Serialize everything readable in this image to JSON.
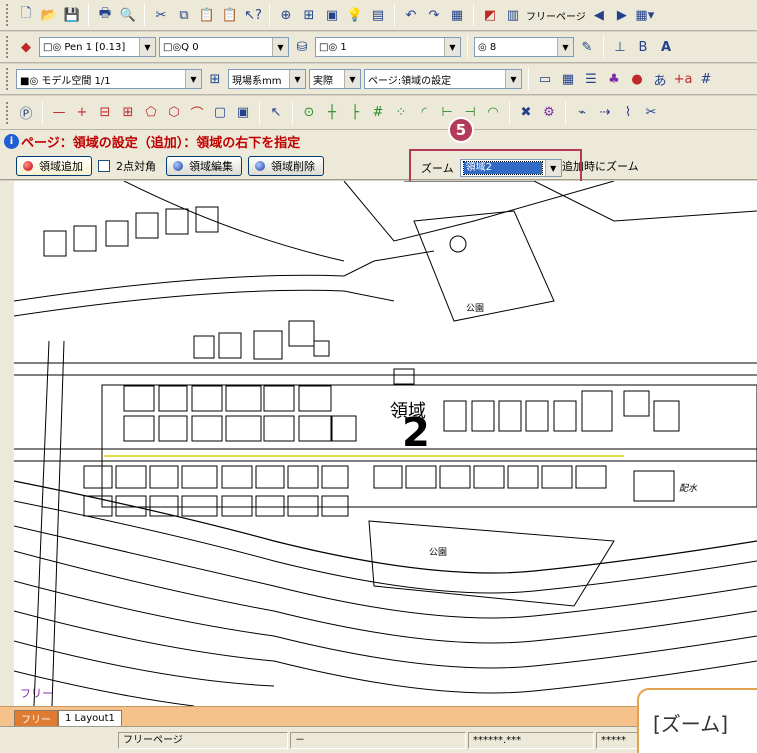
{
  "toolbar2": {
    "pen_combo": "□◎ Pen 1 [0.13]",
    "layer_combo": "□◎Q 0",
    "line_combo": "□◎ 1",
    "width_combo": "◎ 8"
  },
  "toolbar1": {
    "free_page_label": "フリーページ"
  },
  "toolbar3": {
    "model_space_combo": "■◎ モデル空間 1/1",
    "unit_combo": "現場系mm",
    "scale_combo": "実際",
    "command_combo": "ページ:領域の設定"
  },
  "title": {
    "icon_text": "i",
    "text": "ページ：領域の設定（追加）：領域の右下を指定"
  },
  "commands": {
    "add_region": "領域追加",
    "two_point_diag": "2点対角",
    "edit_region": "領域編集",
    "delete_region": "領域削除",
    "zoom_label": "ズーム",
    "zoom_value": "領域2",
    "zoom_on_add": "領域追加時にズーム"
  },
  "step_badge": "5",
  "canvas": {
    "region_label": "領域",
    "region_number": "2",
    "free_mark": "フリー",
    "park_label_1": "公園",
    "park_label_2": "公園",
    "side_label": "配水"
  },
  "tabs": [
    {
      "label": "フリー"
    },
    {
      "label": "1  Layout1"
    }
  ],
  "status": {
    "page": "フリーページ",
    "cell2": "－",
    "coord1": "******.***",
    "coord2": "*****"
  },
  "callout": {
    "text": "[ズーム]"
  }
}
